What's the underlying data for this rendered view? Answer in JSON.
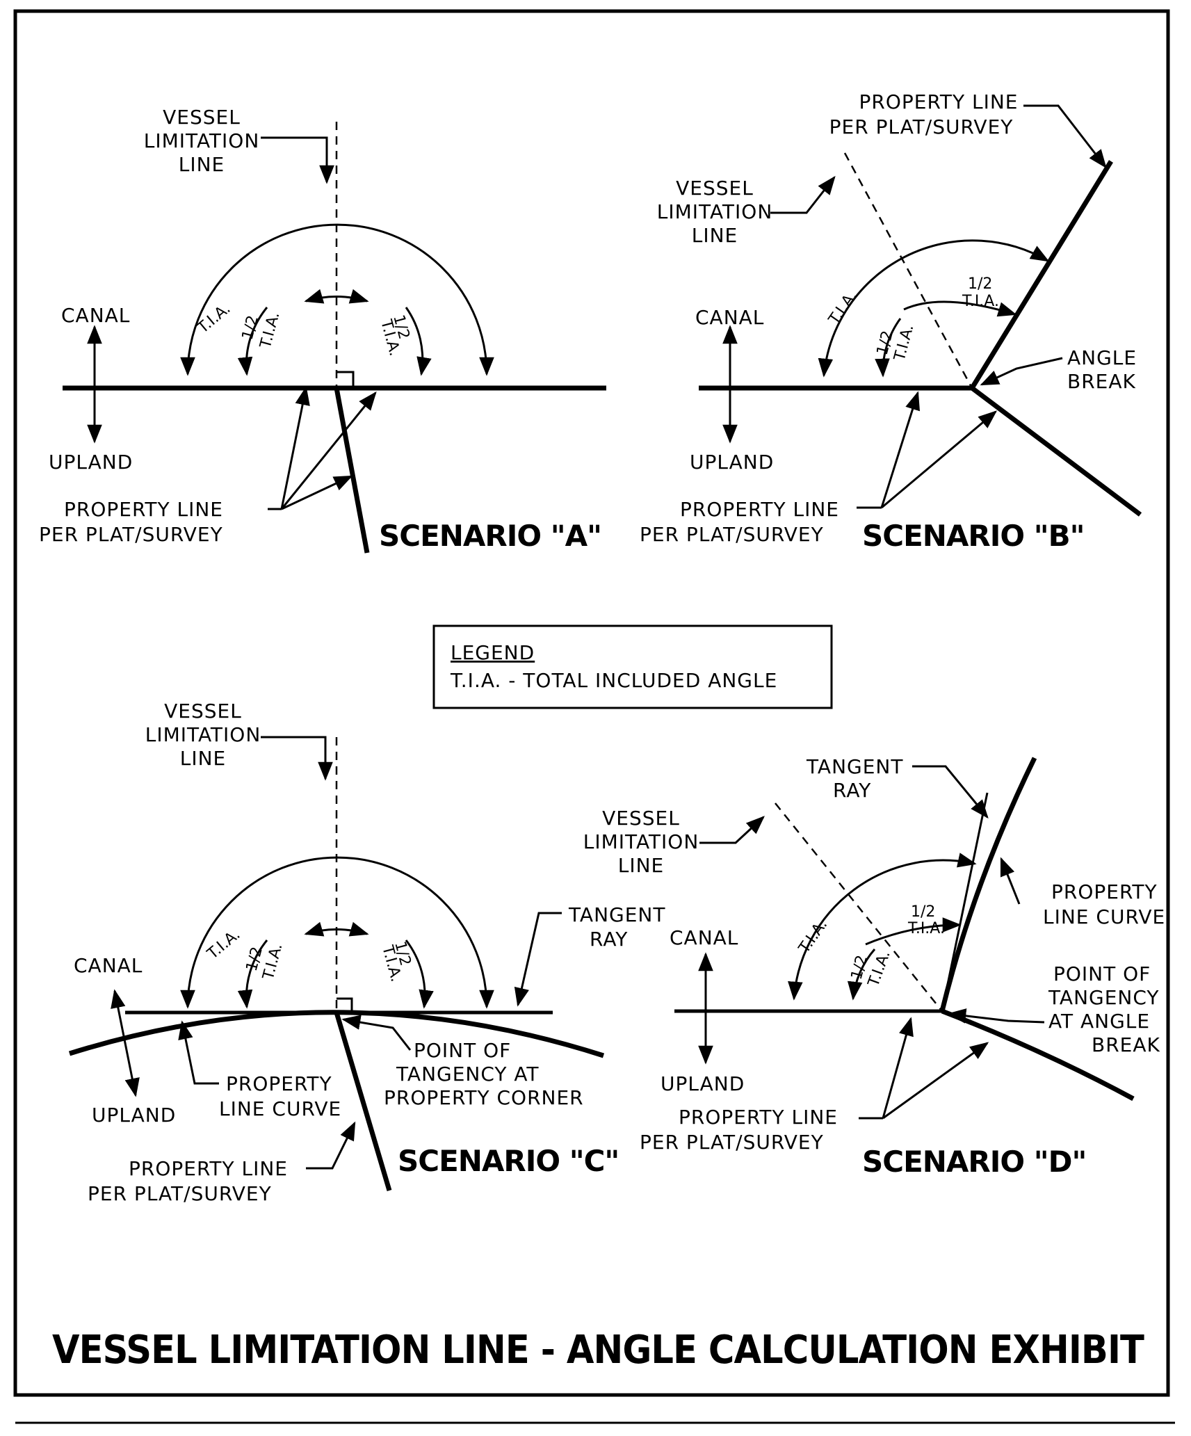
{
  "title": "VESSEL LIMITATION LINE  - ANGLE CALCULATION EXHIBIT",
  "legend": {
    "heading": "LEGEND",
    "entry": "T.I.A. - TOTAL INCLUDED ANGLE"
  },
  "labels": {
    "canal": "CANAL",
    "upland": "UPLAND",
    "vessel_line_1": "VESSEL",
    "vessel_line_2": "LIMITATION",
    "vessel_line_3": "LINE",
    "property_line_1": "PROPERTY LINE",
    "property_line_2": "PER PLAT/SURVEY",
    "tia": "T.I.A.",
    "half": "1/2",
    "half_tia": "T.I.A.",
    "angle_break_1": "ANGLE",
    "angle_break_2": "BREAK",
    "tangent_1": "TANGENT",
    "tangent_2": "RAY",
    "curve_1": "PROPERTY",
    "curve_2": "LINE CURVE",
    "poc_1": "POINT OF",
    "poc_2": "TANGENCY AT",
    "poc_3": "PROPERTY CORNER",
    "pod_1": "POINT OF",
    "pod_2": "TANGENCY",
    "pod_3": "AT ANGLE",
    "pod_4": "BREAK"
  },
  "scenarios": {
    "a": "SCENARIO \"A\"",
    "b": "SCENARIO \"B\"",
    "c": "SCENARIO \"C\"",
    "d": "SCENARIO \"D\""
  }
}
